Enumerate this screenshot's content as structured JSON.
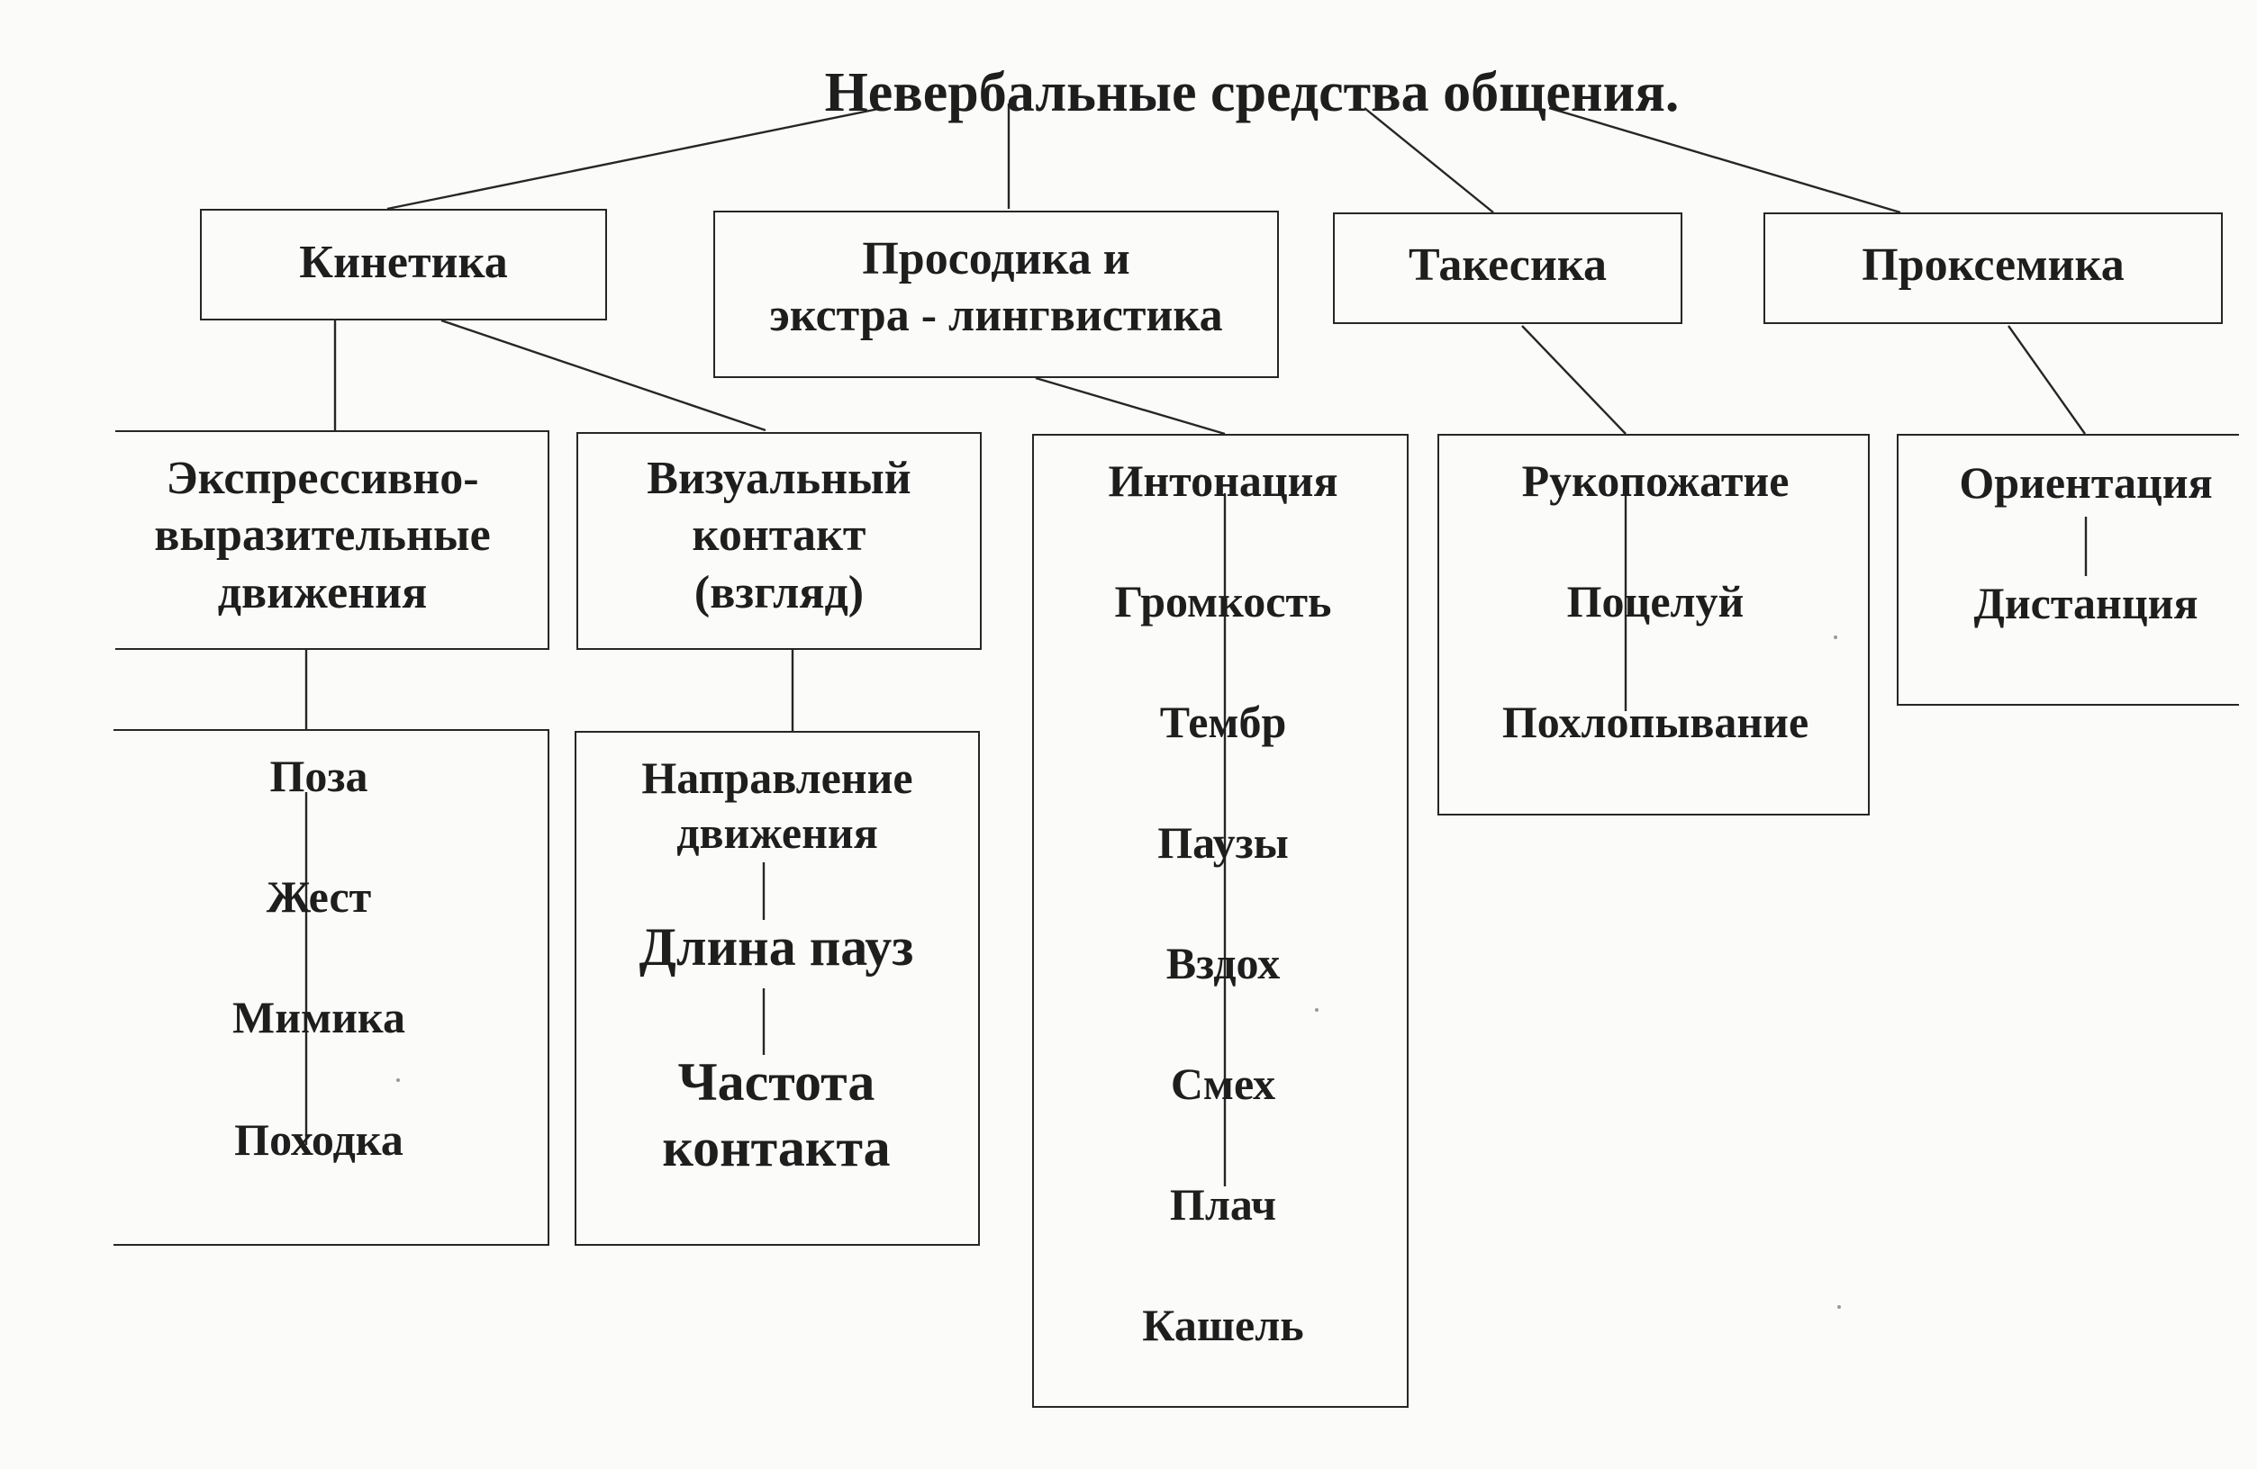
{
  "title": "Невербальные средства общения.",
  "branches": {
    "kinetika": "Кинетика",
    "prosodika": {
      "line1": "Просодика и",
      "line2": "экстра - лингвистика"
    },
    "takesika": "Такесика",
    "proksemika": "Проксемика"
  },
  "kinetika_sub": {
    "expressive": {
      "line1": "Экспрессивно-",
      "line2": "выразительные",
      "line3": "движения"
    },
    "visual": {
      "line1": "Визуальный",
      "line2": "контакт",
      "line3": "(взгляд)"
    }
  },
  "expressive_items": [
    "Поза",
    "Жест",
    "Мимика",
    "Походка"
  ],
  "visual_items": {
    "direction_line1": "Направление",
    "direction_line2": "движения",
    "pause_length": "Длина пауз",
    "frequency_line1": "Частота",
    "frequency_line2": "контакта"
  },
  "prosodika_items": [
    "Интонация",
    "Громкость",
    "Тембр",
    "Паузы",
    "Вздох",
    "Смех",
    "Плач",
    "Кашель"
  ],
  "takesika_items": [
    "Рукопожатие",
    "Поцелуй",
    "Похлопывание"
  ],
  "proksemika_items": [
    "Ориентация",
    "Дистанция"
  ]
}
